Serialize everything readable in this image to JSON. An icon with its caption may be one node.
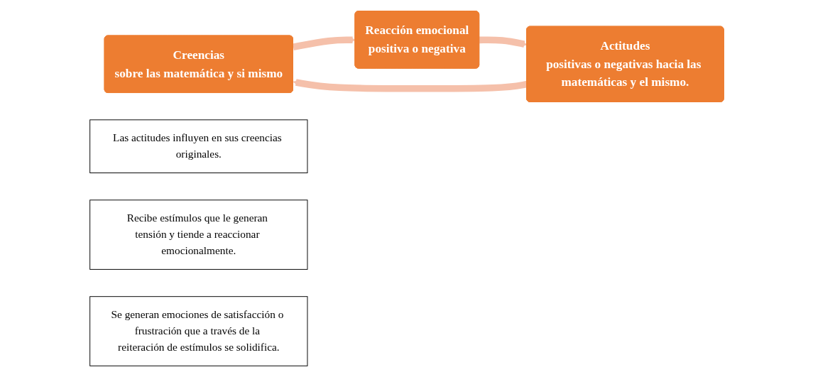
{
  "diagram": {
    "nodes": [
      {
        "text": [
          "Creencias",
          "sobre las matemática y si mismo"
        ]
      },
      {
        "text": [
          "Actitudes",
          "positivas o negativas hacia las matemáticas y el mismo."
        ]
      },
      {
        "text": [
          "Reacción emocional",
          "positiva o negativa"
        ]
      },
      {
        "text": [
          "Las actitudes influyen en sus creencias originales."
        ]
      },
      {
        "text": [
          "Recibe estímulos que le generan tensión y tiende a reaccionar emocionalmente."
        ]
      },
      {
        "text": [
          "Se generan emociones de satisfacción o frustración que a través de la reiteración de estímulos se solidifica."
        ]
      }
    ],
    "edges": [
      {
        "from": 1,
        "to": 0,
        "arrow": "to",
        "color": "#f5c0aa"
      },
      {
        "from": 0,
        "to": 2,
        "arrow": "to",
        "color": "#f5c0aa"
      },
      {
        "from": 2,
        "to": 1,
        "arrow": "to",
        "color": "#f5c0aa"
      }
    ]
  }
}
